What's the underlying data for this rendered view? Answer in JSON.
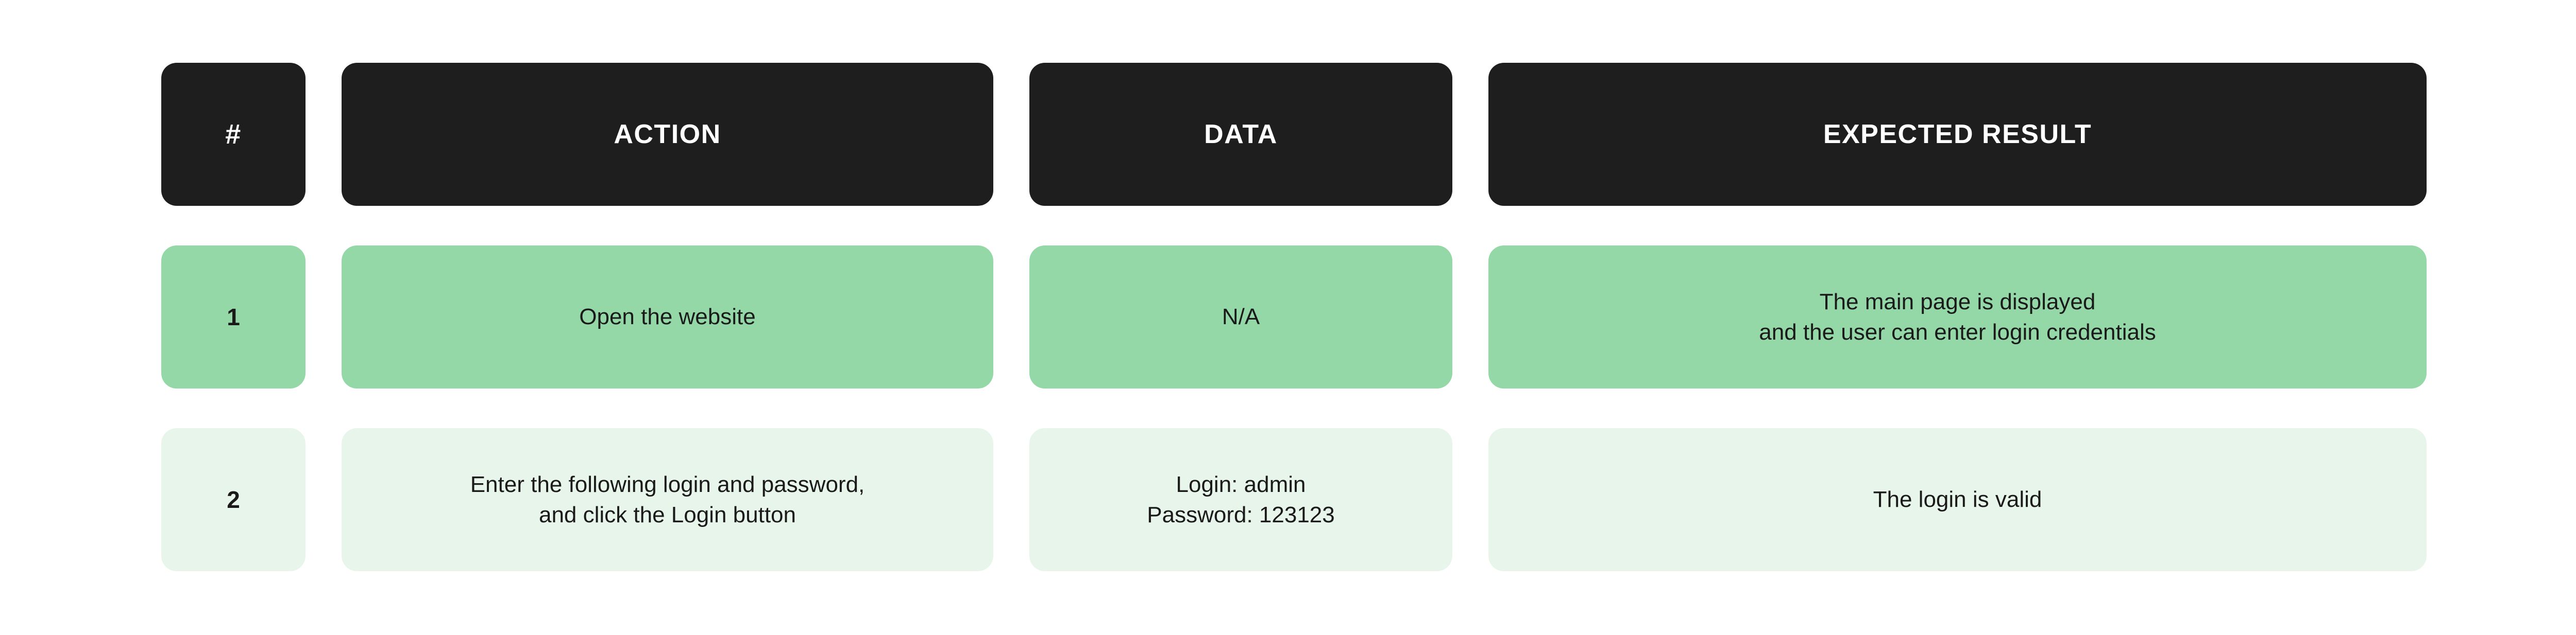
{
  "table": {
    "columns": [
      {
        "key": "num",
        "label": "#"
      },
      {
        "key": "action",
        "label": "ACTION"
      },
      {
        "key": "data",
        "label": "DATA"
      },
      {
        "key": "expected",
        "label": "EXPECTED RESULT"
      }
    ],
    "rows": [
      {
        "num": "1",
        "action": "Open the website",
        "data": "N/A",
        "expected": "The main page is displayed\nand the user can enter login credentials",
        "tone": "strong"
      },
      {
        "num": "2",
        "action": "Enter the following login and password,\nand click the Login button",
        "data": "Login: admin\nPassword: 123123",
        "expected": "The login is valid",
        "tone": "soft"
      }
    ]
  },
  "colors": {
    "header_background": "#1e1e1e",
    "header_text": "#ffffff",
    "row_strong": "#93d8a6",
    "row_soft": "#e8f5ea",
    "body_text": "#1a1a1a",
    "page_background": "#ffffff"
  }
}
